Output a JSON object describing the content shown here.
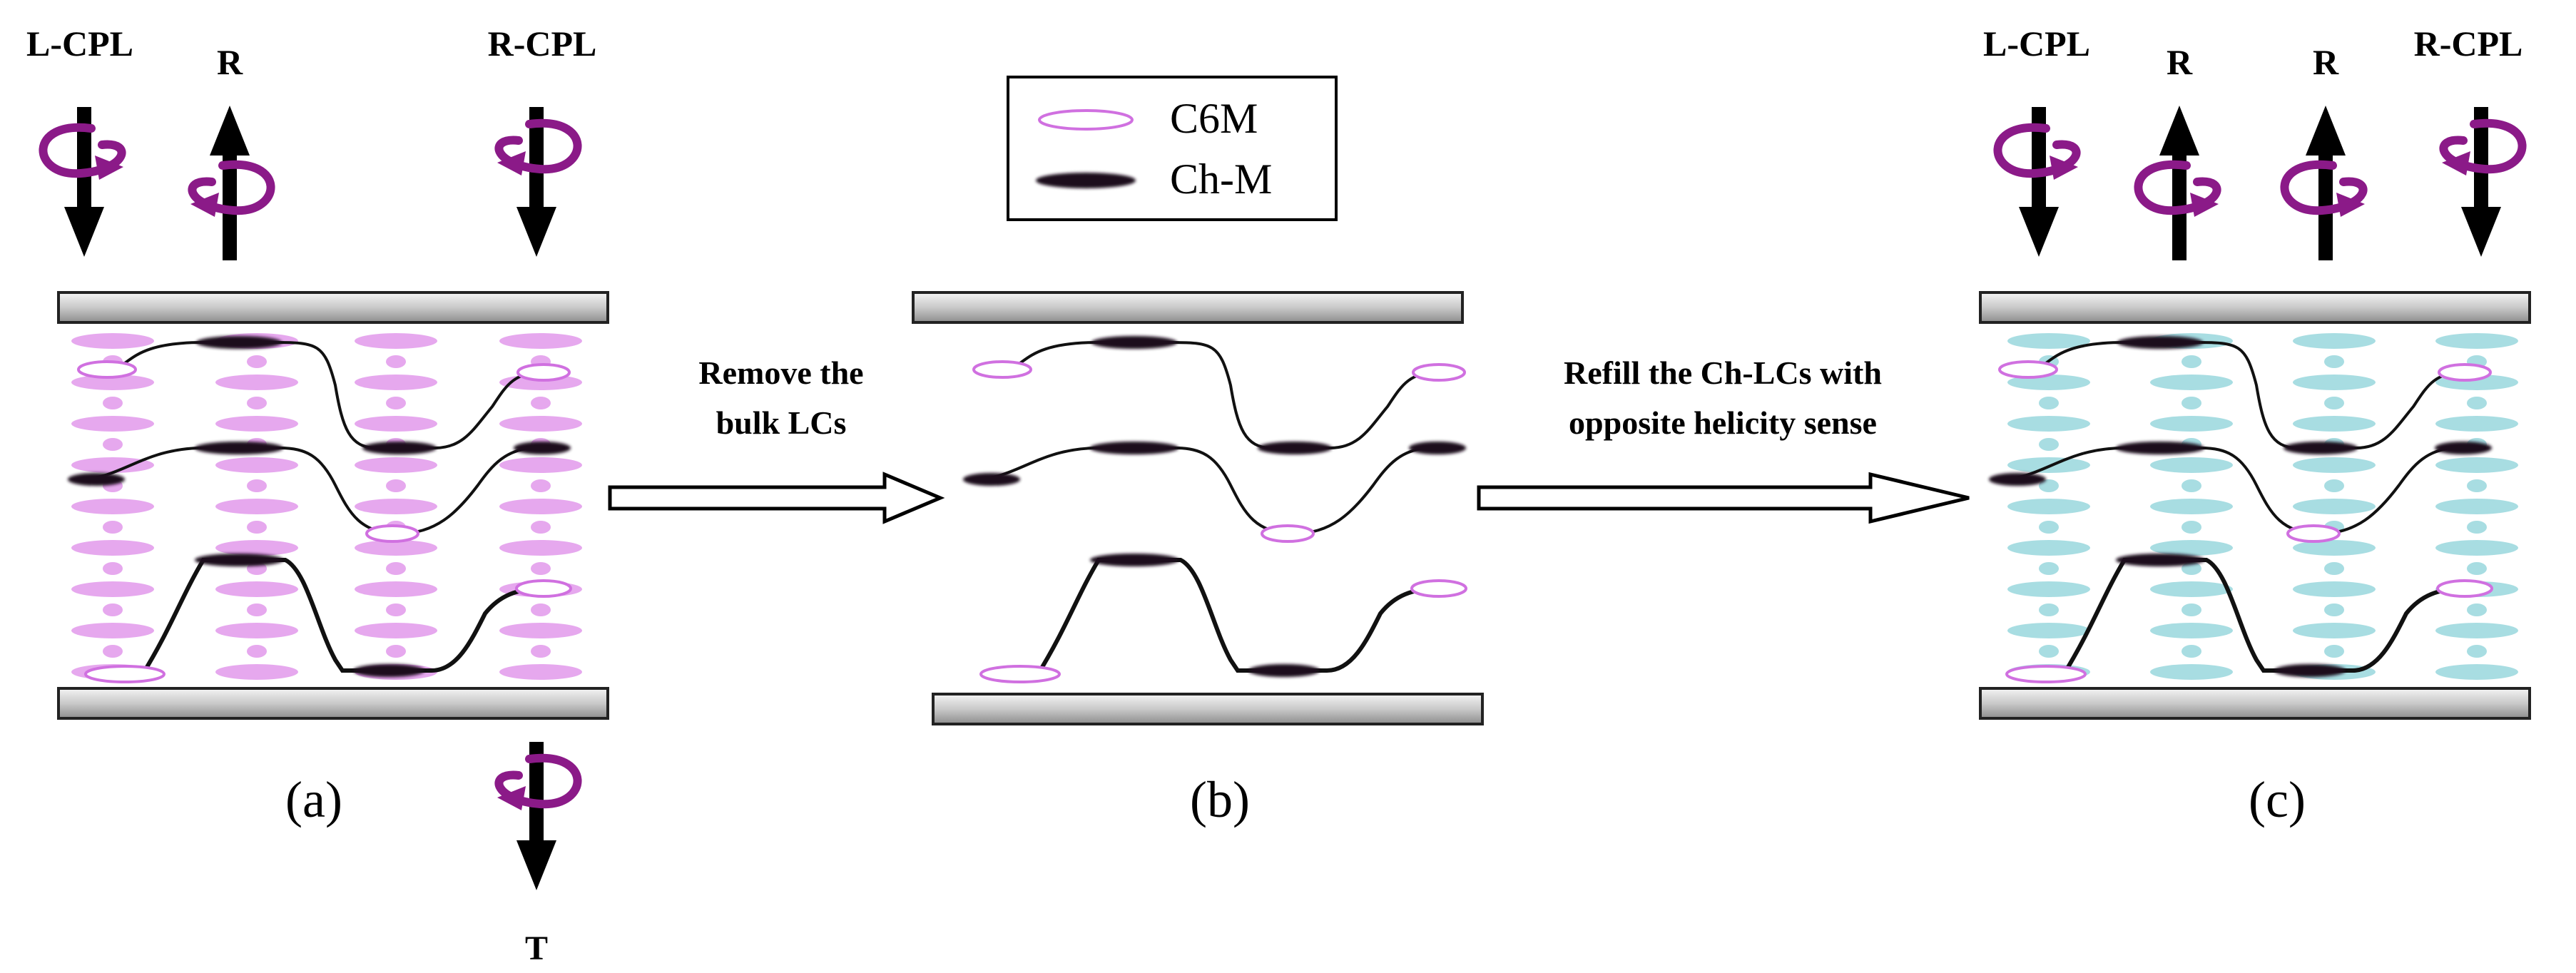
{
  "legend": {
    "open_item": "C6M",
    "filled_item": "Ch-M"
  },
  "panels": {
    "a": {
      "caption": "(a)",
      "top_labels": [
        "L-CPL",
        "R",
        "R-CPL"
      ],
      "bottom_label": "T"
    },
    "b": {
      "caption": "(b)"
    },
    "c": {
      "caption": "(c)",
      "top_labels": [
        "L-CPL",
        "R",
        "R",
        "R-CPL"
      ]
    }
  },
  "steps": {
    "remove_line1": "Remove the",
    "remove_line2": "bulk LCs",
    "refill_line1": "Refill the Ch-LCs with",
    "refill_line2": "opposite helicity sense"
  },
  "colors": {
    "bulk_lc_a": "#e6a8ee",
    "bulk_lc_c": "#a8dde2",
    "c6m_outline": "#d070e0",
    "ch_m_fill": "#1a0a1e",
    "helix": "#8b1a88",
    "arrow": "#000000",
    "substrate_fill": "#c8c8c8"
  },
  "icons": [
    "down-arrow-icon",
    "up-arrow-icon",
    "circular-polarization-helix-icon",
    "block-arrow-right-icon"
  ]
}
